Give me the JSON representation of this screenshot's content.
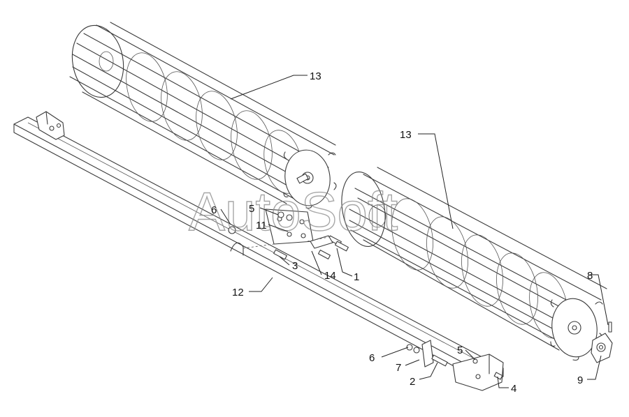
{
  "watermark": "AutoSoft",
  "callouts": [
    {
      "id": "c13a",
      "label": "13"
    },
    {
      "id": "c13b",
      "label": "13"
    },
    {
      "id": "c6a",
      "label": "6"
    },
    {
      "id": "c5a",
      "label": "5"
    },
    {
      "id": "c11",
      "label": "11"
    },
    {
      "id": "c3",
      "label": "3"
    },
    {
      "id": "c14",
      "label": "14"
    },
    {
      "id": "c1",
      "label": "1"
    },
    {
      "id": "c12",
      "label": "12"
    },
    {
      "id": "c8",
      "label": "8"
    },
    {
      "id": "c5b",
      "label": "5"
    },
    {
      "id": "c6b",
      "label": "6"
    },
    {
      "id": "c7",
      "label": "7"
    },
    {
      "id": "c2",
      "label": "2"
    },
    {
      "id": "c4",
      "label": "4"
    },
    {
      "id": "c9",
      "label": "9"
    }
  ]
}
